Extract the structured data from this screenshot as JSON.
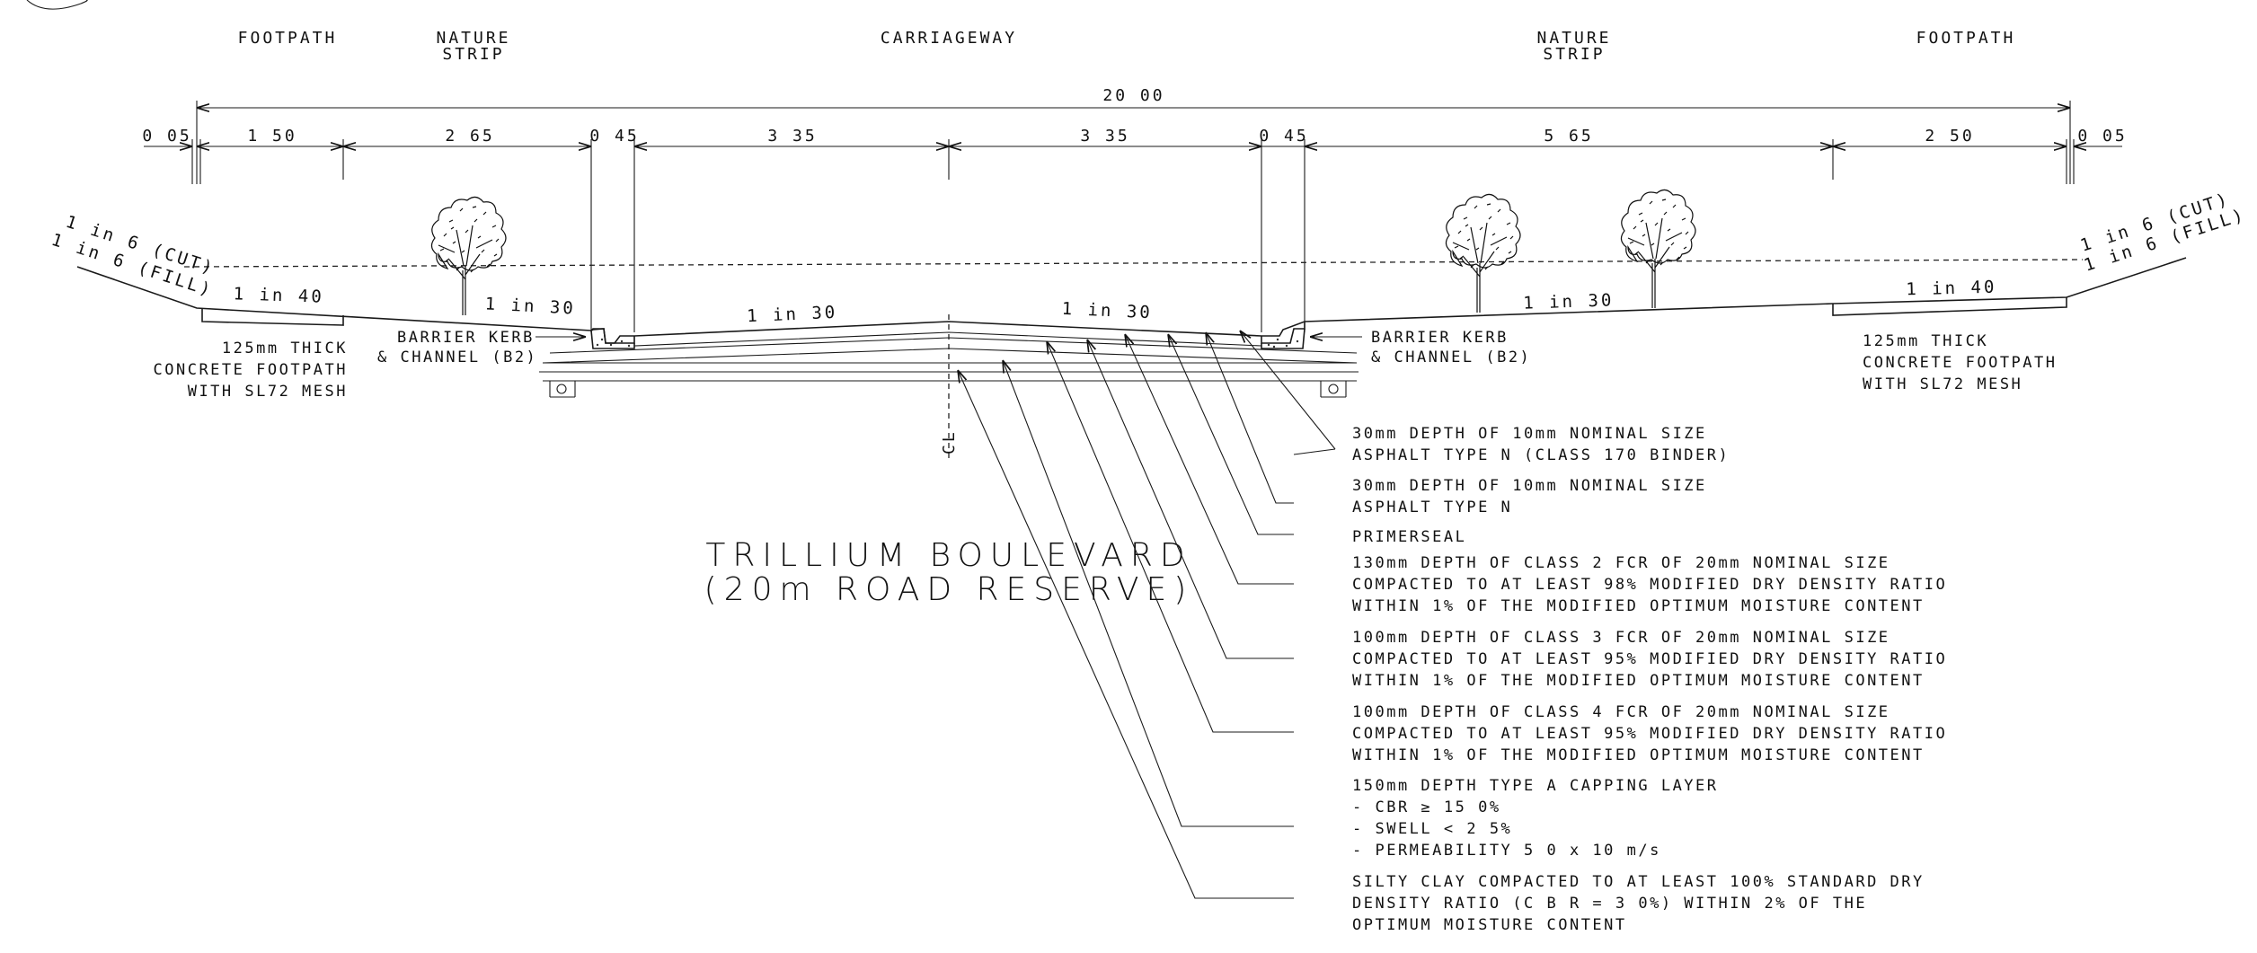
{
  "zones": {
    "footpath_left": "FOOTPATH",
    "nature_strip_left": [
      "NATURE",
      "STRIP"
    ],
    "carriageway": "CARRIAGEWAY",
    "nature_strip_right": [
      "NATURE",
      "STRIP"
    ],
    "footpath_right": "FOOTPATH"
  },
  "dimensions": {
    "overall": "20 00",
    "segments": [
      "0 05",
      "1 50",
      "2 65",
      "0 45",
      "3 35",
      "3 35",
      "0 45",
      "5 65",
      "2 50",
      "0 05"
    ]
  },
  "grades": {
    "batter_left_cut": "1 in 6 (CUT)",
    "batter_left_fill": "1 in 6 (FILL)",
    "batter_right_cut": "1 in 6 (CUT)",
    "batter_right_fill": "1 in 6 (FILL)",
    "footpath_left": "1 in 40",
    "nature_left": "1 in 30",
    "carriage_left": "1 in 30",
    "carriage_right": "1 in 30",
    "nature_right": "1 in 30",
    "footpath_right": "1 in 40"
  },
  "labels": {
    "footpath_left": [
      "125mm THICK",
      "CONCRETE FOOTPATH",
      "WITH SL72 MESH"
    ],
    "footpath_right": [
      "125mm THICK",
      "CONCRETE FOOTPATH",
      "WITH SL72 MESH"
    ],
    "kerb_left": [
      "BARRIER KERB",
      "& CHANNEL (B2)"
    ],
    "kerb_right": [
      "BARRIER KERB",
      "& CHANNEL (B2)"
    ],
    "centreline": "CL"
  },
  "title": {
    "line1": "TRILLIUM BOULEVARD",
    "line2": "(20m ROAD RESERVE)"
  },
  "pavement_layers": [
    [
      "30mm DEPTH OF 10mm NOMINAL SIZE",
      "ASPHALT TYPE N (CLASS 170 BINDER)"
    ],
    [
      "30mm DEPTH OF 10mm NOMINAL SIZE",
      "ASPHALT TYPE N"
    ],
    [
      "PRIMERSEAL"
    ],
    [
      "130mm DEPTH OF CLASS 2 FCR OF 20mm NOMINAL SIZE",
      "COMPACTED TO AT LEAST 98% MODIFIED DRY DENSITY RATIO",
      "WITHIN 1% OF THE MODIFIED OPTIMUM MOISTURE CONTENT"
    ],
    [
      "100mm DEPTH OF CLASS 3 FCR OF 20mm NOMINAL SIZE",
      "COMPACTED TO AT LEAST 95% MODIFIED DRY DENSITY RATIO",
      "WITHIN 1% OF THE MODIFIED OPTIMUM MOISTURE CONTENT"
    ],
    [
      "100mm DEPTH OF CLASS 4 FCR OF 20mm NOMINAL SIZE",
      "COMPACTED TO AT LEAST 95% MODIFIED DRY DENSITY RATIO",
      "WITHIN 1% OF THE MODIFIED OPTIMUM MOISTURE CONTENT"
    ],
    [
      "150mm DEPTH TYPE A CAPPING LAYER",
      "- CBR ≥ 15 0%",
      "- SWELL < 2 5%",
      "- PERMEABILITY   5 0 x 10 m/s"
    ],
    [
      "SILTY CLAY COMPACTED TO AT LEAST 100% STANDARD DRY",
      "DENSITY RATIO (C B R = 3 0%) WITHIN 2% OF THE",
      "OPTIMUM MOISTURE CONTENT"
    ]
  ]
}
